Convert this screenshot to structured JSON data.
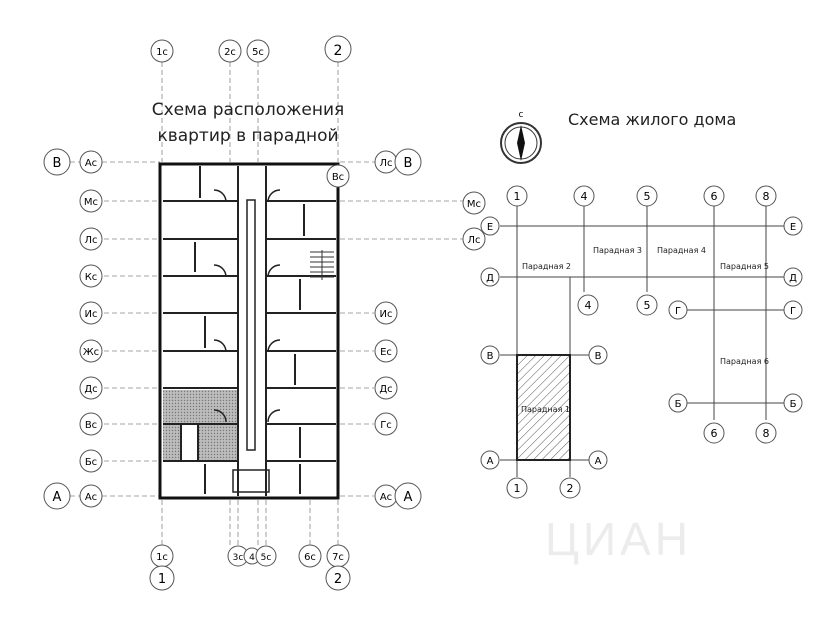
{
  "titles": {
    "apartments_line1": "Схема расположения",
    "apartments_line2": "квартир в парадной",
    "building": "Схема жилого дома"
  },
  "compass": {
    "north_label": "c"
  },
  "floor_plan": {
    "top_axes": [
      "1с",
      "2с",
      "5с",
      "2"
    ],
    "bottom_axes": [
      "1с",
      "1",
      "3с",
      "4",
      "5с",
      "6с",
      "7с",
      "2"
    ],
    "left_axes": [
      "В",
      "Ас",
      "Мс",
      "Лс",
      "Кс",
      "Ис",
      "Жс",
      "Дс",
      "Вс",
      "Бс",
      "А",
      "Ас"
    ],
    "right_axes": [
      "Лс",
      "В",
      "Вс",
      "Мс",
      "Лс",
      "Ис",
      "Ес",
      "Дс",
      "Гс",
      "Ас",
      "А"
    ]
  },
  "building_plan": {
    "axes_top": [
      "1",
      "4",
      "5",
      "6",
      "8"
    ],
    "axes_inner": [
      "4",
      "5"
    ],
    "axes_bottom": [
      "1",
      "2",
      "6",
      "8"
    ],
    "row_labels": [
      "Е",
      "Е",
      "Д",
      "Д",
      "Г",
      "Г",
      "В",
      "В",
      "Б",
      "Б",
      "А",
      "А"
    ],
    "sections": [
      "Парадная 1",
      "Парадная 2",
      "Парадная 3",
      "Парадная 4",
      "Парадная 5",
      "Парадная 6"
    ]
  },
  "watermark": "ЦИАН"
}
